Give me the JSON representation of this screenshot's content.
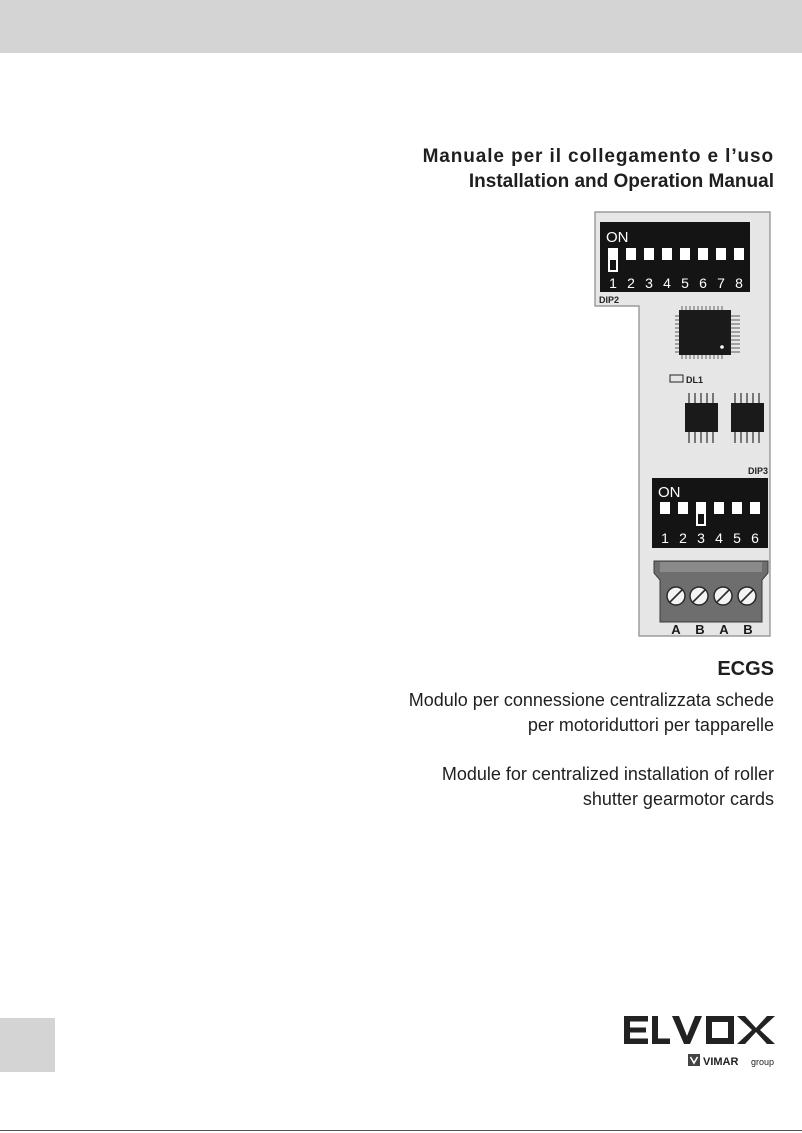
{
  "header": {
    "title_it": "Manuale per il collegamento e l’uso",
    "title_en": "Installation and Operation Manual"
  },
  "device": {
    "dip2": {
      "label": "DIP2",
      "on_label": "ON",
      "numbers": [
        "1",
        "2",
        "3",
        "4",
        "5",
        "6",
        "7",
        "8"
      ]
    },
    "dip3": {
      "label": "DIP3",
      "on_label": "ON",
      "numbers": [
        "1",
        "2",
        "3",
        "4",
        "5",
        "6"
      ]
    },
    "led_label": "DL1",
    "terminals": [
      "A",
      "B",
      "A",
      "B"
    ]
  },
  "product": {
    "code": "ECGS",
    "desc_it_line1": "Modulo per connessione centralizzata schede",
    "desc_it_line2": "per motoriduttori per tapparelle",
    "desc_en_line1": "Module for centralized installation of roller",
    "desc_en_line2": "shutter gearmotor cards"
  },
  "brand": {
    "logo_text": "ELVOX",
    "sub_brand": "VIMAR",
    "sub_suffix": "group"
  }
}
